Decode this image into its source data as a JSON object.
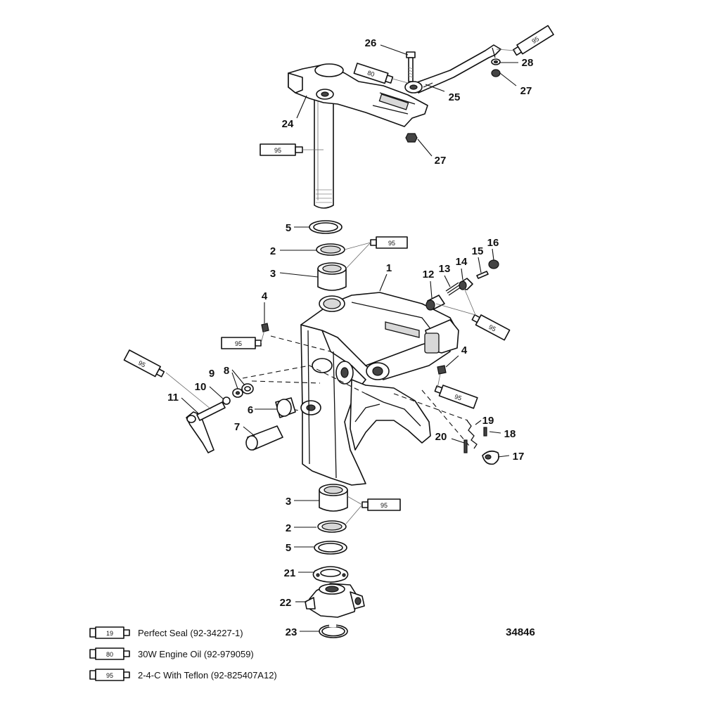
{
  "diagram_id": "34846",
  "callouts": [
    "1",
    "2",
    "3",
    "4",
    "5",
    "6",
    "7",
    "8",
    "9",
    "10",
    "11",
    "12",
    "13",
    "14",
    "15",
    "16",
    "17",
    "18",
    "19",
    "20",
    "21",
    "22",
    "23",
    "24",
    "25",
    "26",
    "27",
    "28"
  ],
  "tube_codes": [
    "19",
    "80",
    "95"
  ],
  "legend": [
    {
      "code": "19",
      "text": "Perfect Seal (92-34227-1)"
    },
    {
      "code": "80",
      "text": "30W Engine Oil (92-979059)"
    },
    {
      "code": "95",
      "text": "2-4-C With Teflon (92-825407A12)"
    }
  ]
}
